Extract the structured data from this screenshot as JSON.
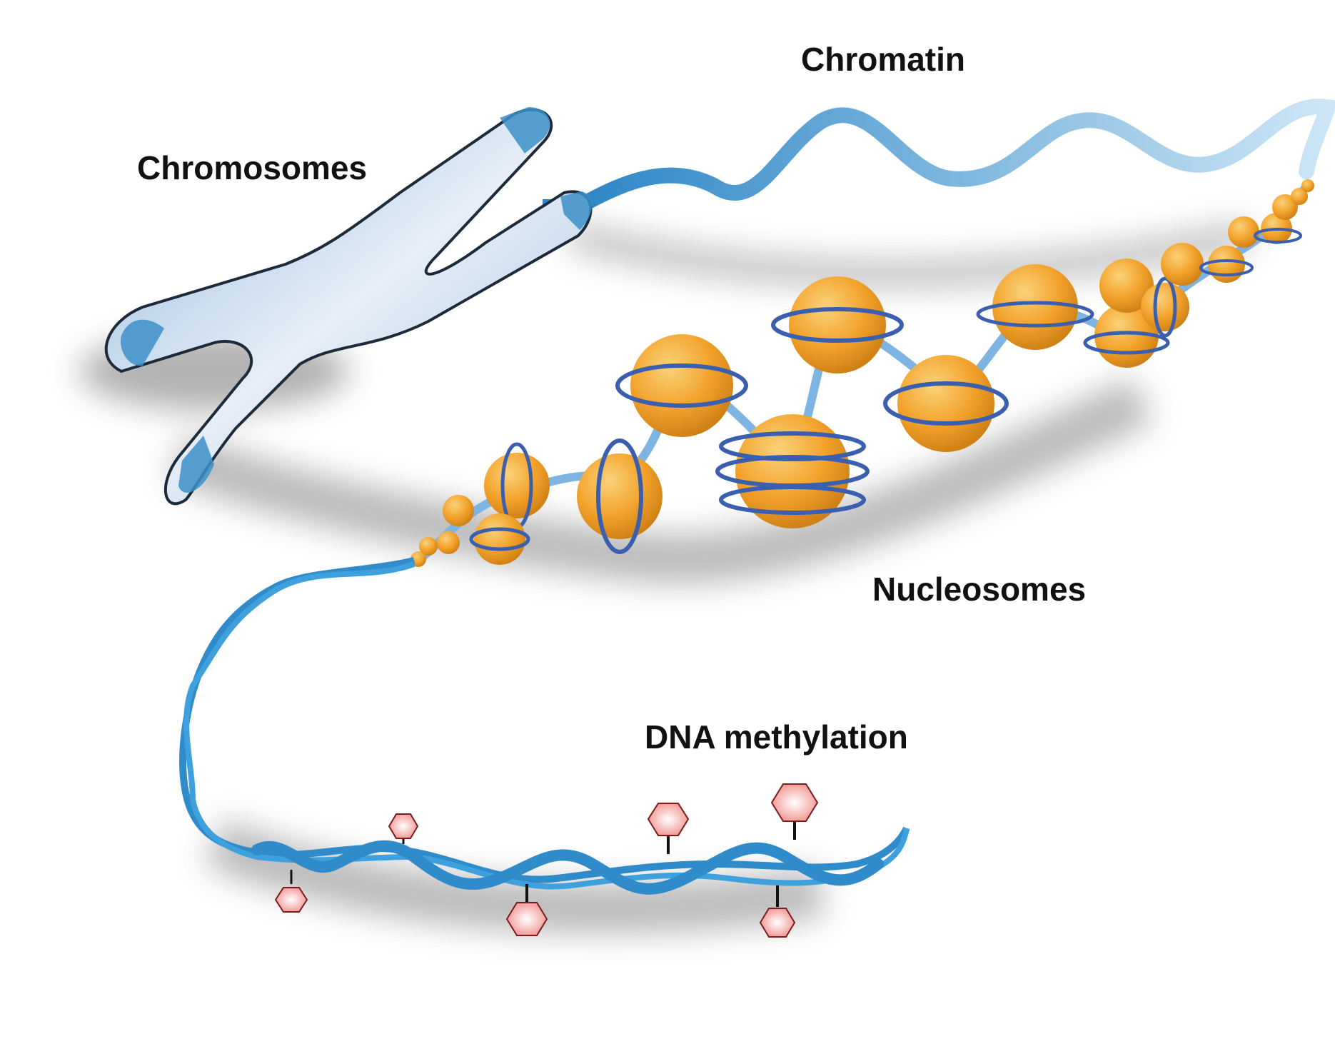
{
  "labels": {
    "chromatin": "Chromatin",
    "chromosomes": "Chromosomes",
    "nucleosomes": "Nucleosomes",
    "dna_methylation": "DNA methylation"
  },
  "colors": {
    "dna_blue": "#2f8bc9",
    "chromatin_light": "#a9d3ee",
    "chromosome_fill": "#b9d0e6",
    "chromosome_band": "#3c8fc8",
    "nucleosome_orange": "#f2a22a",
    "nucleosome_wrap": "#3a5fae",
    "methyl_pink": "#f08a86"
  },
  "icons": {
    "chromosome": "chromosome-icon",
    "nucleosome": "nucleosome-icon",
    "methyl_group": "hexagon-icon"
  }
}
